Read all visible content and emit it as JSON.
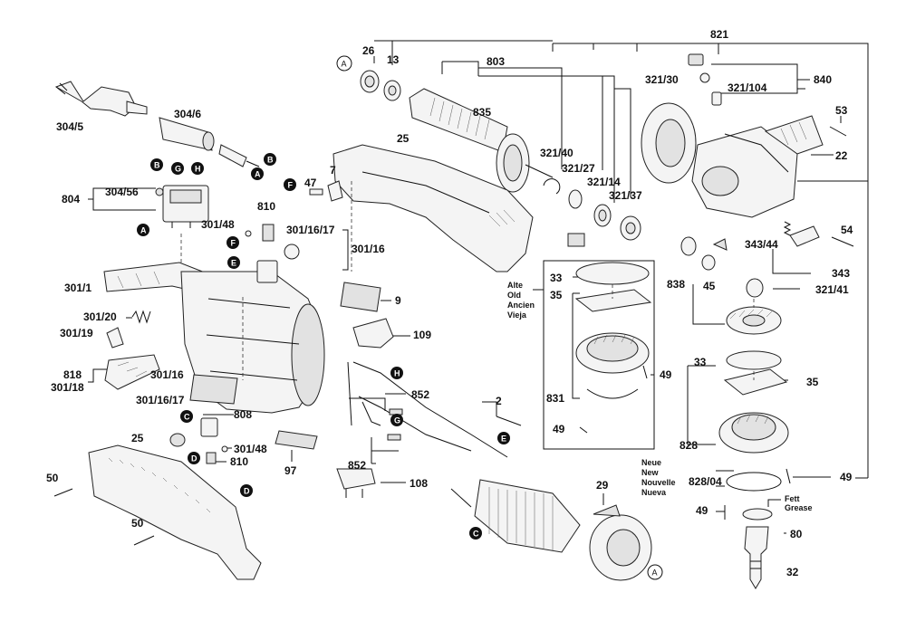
{
  "labels": {
    "l821": "821",
    "l26": "26",
    "l13": "13",
    "l803": "803",
    "l835": "835",
    "l840": "840",
    "l321_30": "321/30",
    "l321_104": "321/104",
    "l53": "53",
    "l22": "22",
    "l304_5": "304/5",
    "l304_6": "304/6",
    "l25_top": "25",
    "l321_40": "321/40",
    "l321_27": "321/27",
    "l321_14": "321/14",
    "l321_37": "321/37",
    "l804": "804",
    "l304_56": "304/56",
    "l47": "47",
    "l7": "7",
    "l301_48_top": "301/48",
    "l810_top": "810",
    "l301_16_17_top": "301/16/17",
    "l301_16_top": "301/16",
    "l54": "54",
    "l343_44": "343/44",
    "l343": "343",
    "l838": "838",
    "l45": "45",
    "l321_41": "321/41",
    "l301_1": "301/1",
    "l9": "9",
    "l109": "109",
    "l301_20": "301/20",
    "l301_19": "301/19",
    "l818": "818",
    "l301_18": "301/18",
    "l301_16_mid": "301/16",
    "l301_16_17_mid": "301/16/17",
    "l808": "808",
    "l852_top": "852",
    "l2": "2",
    "l33_left": "33",
    "l35_left": "35",
    "l49_left_a": "49",
    "l831": "831",
    "l49_left_b": "49",
    "l33_right": "33",
    "l35_right": "35",
    "l828": "828",
    "l828_04": "828/04",
    "l49_right_a": "49",
    "l49_right_b": "49",
    "l80": "80",
    "l32": "32",
    "l25_bottom": "25",
    "l50_a": "50",
    "l50_b": "50",
    "l301_48_bot": "301/48",
    "l810_bot": "810",
    "l97": "97",
    "l852_bot": "852",
    "l108": "108",
    "l29": "29"
  },
  "notes": {
    "old": [
      "Alte",
      "Old",
      "Ancien",
      "Vieja"
    ],
    "new": [
      "Neue",
      "New",
      "Nouvelle",
      "Nueva"
    ],
    "grease": [
      "Fett",
      "Grease"
    ]
  },
  "bubbles": {
    "A_top": "A",
    "A_plug": "A",
    "A_804": "A",
    "A_bottom": "A",
    "B_804": "B",
    "G_804": "G",
    "H_804": "H",
    "B_plug": "B",
    "F_810": "F",
    "F_808": "F",
    "E_808": "E",
    "H_852": "H",
    "G_852": "G",
    "E_wire": "E",
    "C_808": "C",
    "D_808": "D",
    "D_25": "D",
    "C_field": "C"
  }
}
